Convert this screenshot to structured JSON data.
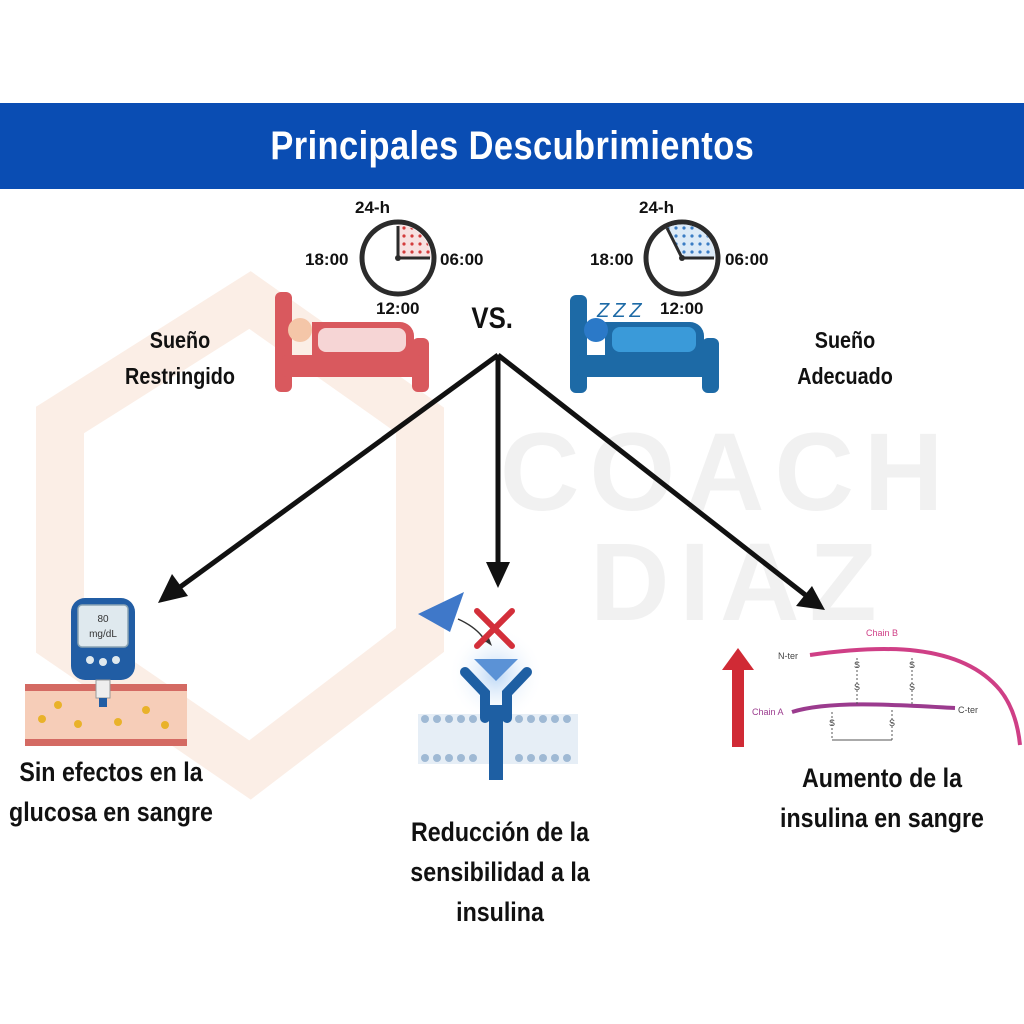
{
  "title": "Principales Descubrimientos",
  "watermark": {
    "line1": "COACH",
    "line2": "DIAZ"
  },
  "comparison": {
    "left_label": [
      "Sueño",
      "Restringido"
    ],
    "right_label": [
      "Sueño",
      "Adecuado"
    ],
    "vs": "VS.",
    "sleep_zzz": "ZZZ",
    "clock_ticks": {
      "top": "24-h",
      "left": "18:00",
      "right": "06:00",
      "bottom": "12:00"
    }
  },
  "findings": [
    {
      "lines": [
        "Sin efectos en la",
        "glucosa en sangre"
      ],
      "icon": "glucose-meter-icon",
      "meter_value": "80",
      "meter_unit": "mg/dL"
    },
    {
      "lines": [
        "Reducción de la",
        "sensibilidad a la",
        "insulina"
      ],
      "icon": "insulin-receptor-icon"
    },
    {
      "lines": [
        "Aumento de la",
        "insulina en sangre"
      ],
      "icon": "insulin-molecule-icon",
      "molecule_labels": {
        "chain_b": "Chain B",
        "chain_a": "Chain A",
        "n_ter": "N-ter",
        "c_ter": "C-ter",
        "s": "S"
      }
    }
  ],
  "colors": {
    "banner": "#0a4db3",
    "restricted": "#d9595e",
    "adequate": "#1d6aa6",
    "arrow": "#111111",
    "increase_arrow": "#d02a35",
    "insulin_chain": "#cf3f86"
  }
}
